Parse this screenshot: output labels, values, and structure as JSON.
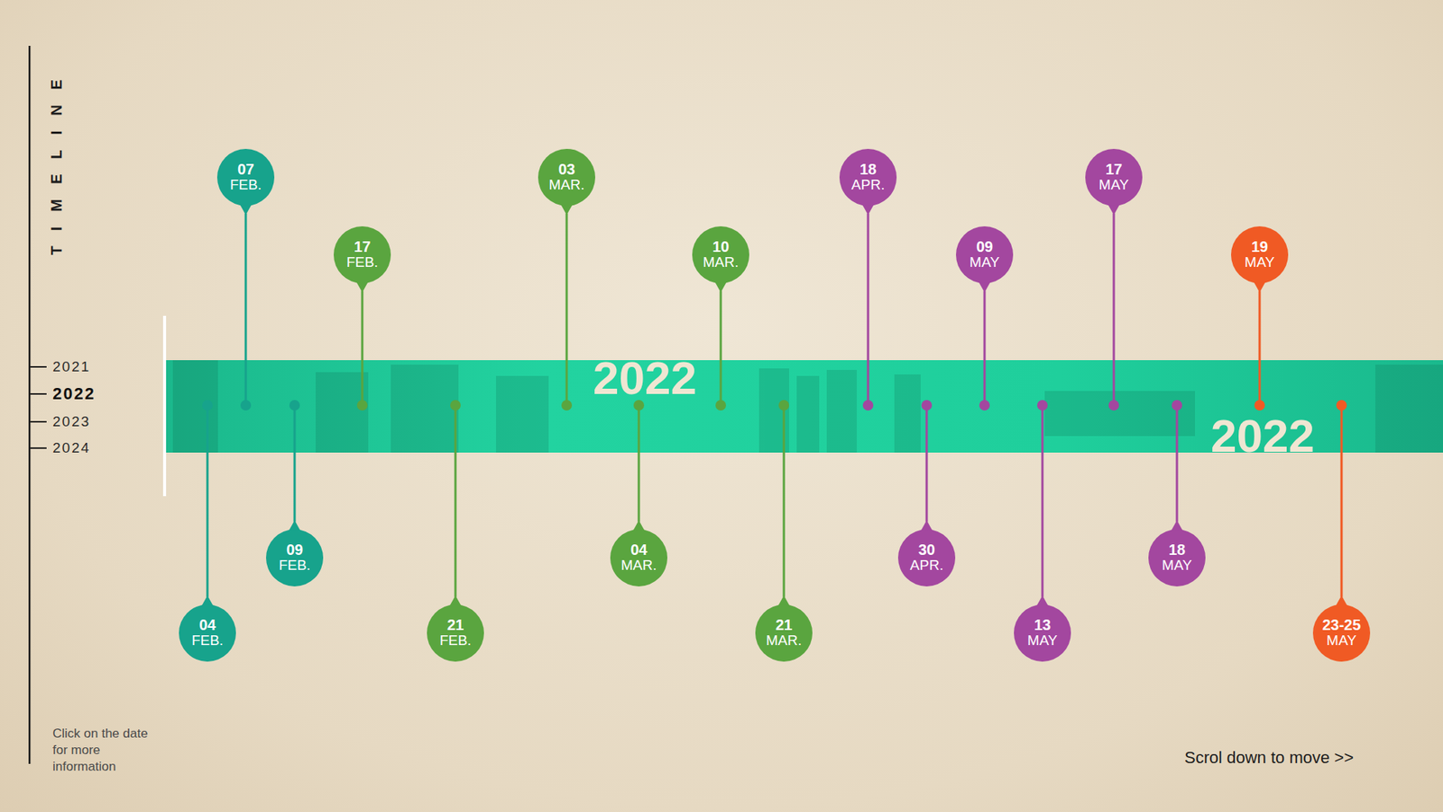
{
  "diagram": {
    "nodes": [
      {
        "text": [
          "04",
          "FEB."
        ]
      },
      {
        "text": [
          "07",
          "FEB."
        ]
      },
      {
        "text": [
          "09",
          "FEB."
        ]
      },
      {
        "text": [
          "17",
          "FEB."
        ]
      },
      {
        "text": [
          "21",
          "FEB."
        ]
      },
      {
        "text": [
          "03",
          "MAR."
        ]
      },
      {
        "text": [
          "04",
          "MAR."
        ]
      },
      {
        "text": [
          "10",
          "MAR."
        ]
      },
      {
        "text": [
          "21",
          "MAR."
        ]
      },
      {
        "text": [
          "18",
          "APR."
        ]
      },
      {
        "text": [
          "30",
          "APR."
        ]
      },
      {
        "text": [
          "09",
          "MAY"
        ]
      },
      {
        "text": [
          "13",
          "MAY"
        ]
      },
      {
        "text": [
          "17",
          "MAY"
        ]
      },
      {
        "text": [
          "18",
          "MAY"
        ]
      },
      {
        "text": [
          "19",
          "MAY"
        ]
      },
      {
        "text": [
          "23-25",
          "MAY"
        ]
      }
    ],
    "labels": [
      "TIMELINE",
      "2021",
      "2022",
      "2023",
      "2024",
      "2022",
      "2022",
      "Click on the date for more information",
      "Scrol down to move >>"
    ]
  }
}
